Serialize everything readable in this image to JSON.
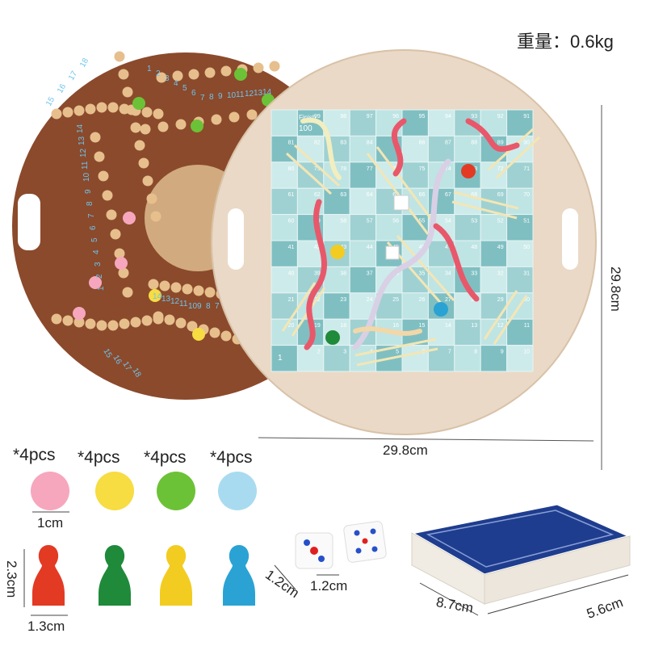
{
  "weight_label": "重量：0.6kg",
  "dimensions": {
    "board_width": "29.8cm",
    "board_height": "29.8cm",
    "ball_diameter": "1cm",
    "pawn_height": "2.3cm",
    "pawn_width": "1.3cm",
    "dice_size_a": "1.2cm",
    "dice_size_b": "1.2cm",
    "card_length": "8.7cm",
    "card_width": "5.6cm"
  },
  "piece_counts": [
    "*4pcs",
    "*4pcs",
    "*4pcs",
    "*4pcs"
  ],
  "piece_colors": {
    "pink": "#f6a7bd",
    "yellow": "#f7dc42",
    "green": "#6cc236",
    "blue": "#a8dbf0",
    "red_pawn": "#e33a24",
    "green_pawn": "#1f8a3a",
    "yellow_pawn": "#f3cc21",
    "blue_pawn": "#2aa3d4"
  },
  "board": {
    "finish_label": "Finish",
    "finish_number": "100",
    "start_number": "1",
    "wood_color": "#ead9c6",
    "back_color": "#8b4a2c",
    "grid_colors": [
      "#bfe4e4",
      "#9fd1d2",
      "#cdebea",
      "#7fbfc2"
    ]
  },
  "back_track_numbers": {
    "upper_arc": [
      "15",
      "16",
      "17",
      "18"
    ],
    "upper_inner": [
      "1",
      "2",
      "3",
      "4",
      "5",
      "6",
      "7",
      "8",
      "9",
      "10",
      "11",
      "12",
      "13",
      "14"
    ],
    "left_column": [
      "1",
      "2",
      "3",
      "4",
      "5",
      "6",
      "7",
      "8",
      "9",
      "10",
      "11",
      "12",
      "13",
      "14"
    ],
    "lower_row": [
      "7",
      "8",
      "9",
      "10",
      "11",
      "12",
      "13",
      "14"
    ],
    "lower_arc": [
      "15",
      "16",
      "17",
      "18"
    ]
  }
}
